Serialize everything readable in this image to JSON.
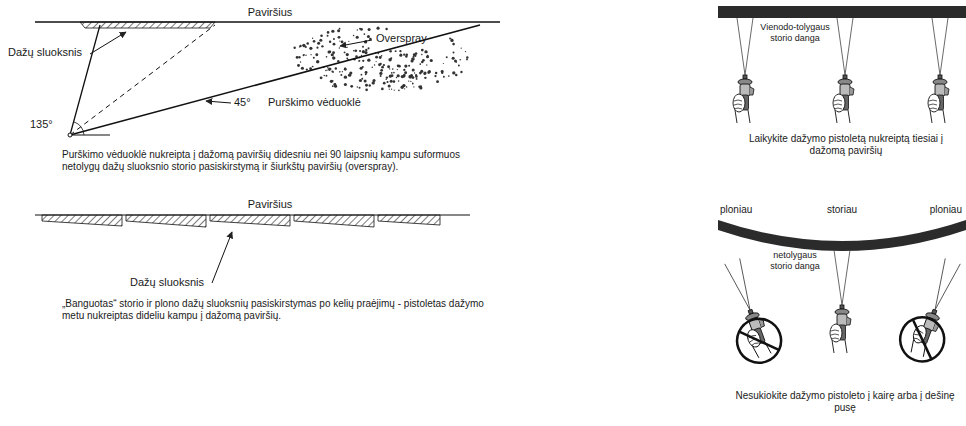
{
  "diagram": {
    "labels": [
      "Paviršius",
      "Dažų sluoksnis",
      "Overspray",
      "45°",
      "Purškimo vėduoklė",
      "135°",
      "Purškimo vėduoklė nukreipta į dažomą paviršių didesniu nei 90 laipsnių kampu suformuos netolygų dažų sluoksnio storio pasiskirstymą ir šiurkštų paviršių (overspray).",
      "Paviršius",
      "Dažų sluoksnis",
      "„Banguotas“ storio ir plono dažų sluoksnių pasiskirstymas po kelių praėjimų - pistoletas dažymo metu nukreiptas dideliu kampu į dažomą paviršių.",
      "Vienodo-tolygaus storio danga",
      "Laikykite dažymo pistoletą nukreiptą tiesiai į dažomą paviršių",
      "ploniau",
      "storiau",
      "ploniau",
      "netolygaus storio danga",
      "Nesukiokite dažymo pistoleto į kairę arba į dešinę pusę"
    ]
  }
}
